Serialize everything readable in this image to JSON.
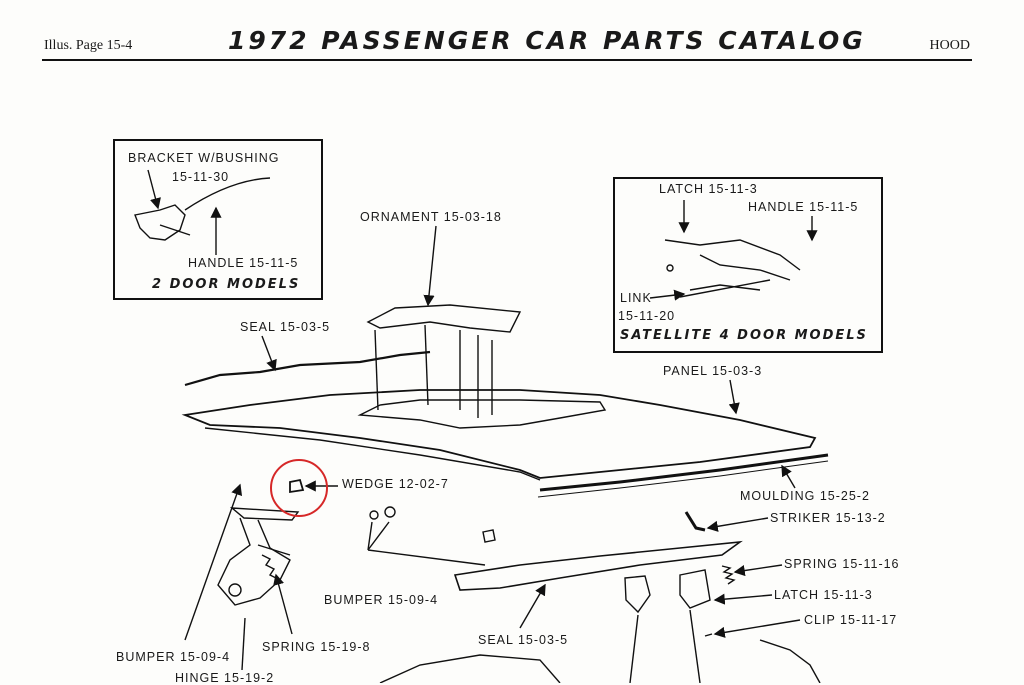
{
  "header": {
    "illus_page": "Illus. Page 15-4",
    "title": "1972 PASSENGER CAR PARTS CATALOG",
    "section": "HOOD"
  },
  "inset_2door": {
    "bracket_label": "BRACKET W/BUSHING",
    "bracket_number": "15-11-30",
    "handle_label": "HANDLE 15-11-5",
    "caption": "2 DOOR MODELS"
  },
  "inset_satellite": {
    "latch_label": "LATCH 15-11-3",
    "handle_label": "HANDLE 15-11-5",
    "link_label": "LINK",
    "link_number": "15-11-20",
    "caption": "SATELLITE 4 DOOR MODELS"
  },
  "callouts": {
    "ornament": "ORNAMENT 15-03-18",
    "seal_top": "SEAL 15-03-5",
    "panel": "PANEL 15-03-3",
    "wedge": "WEDGE 12-02-7",
    "moulding": "MOULDING 15-25-2",
    "striker": "STRIKER 15-13-2",
    "spring_right": "SPRING 15-11-16",
    "bumper_center": "BUMPER 15-09-4",
    "latch": "LATCH 15-11-3",
    "clip": "CLIP 15-11-17",
    "seal_bottom": "SEAL 15-03-5",
    "spring_left": "SPRING 15-19-8",
    "bumper_left": "BUMPER 15-09-4",
    "hinge": "HINGE 15-19-2"
  }
}
